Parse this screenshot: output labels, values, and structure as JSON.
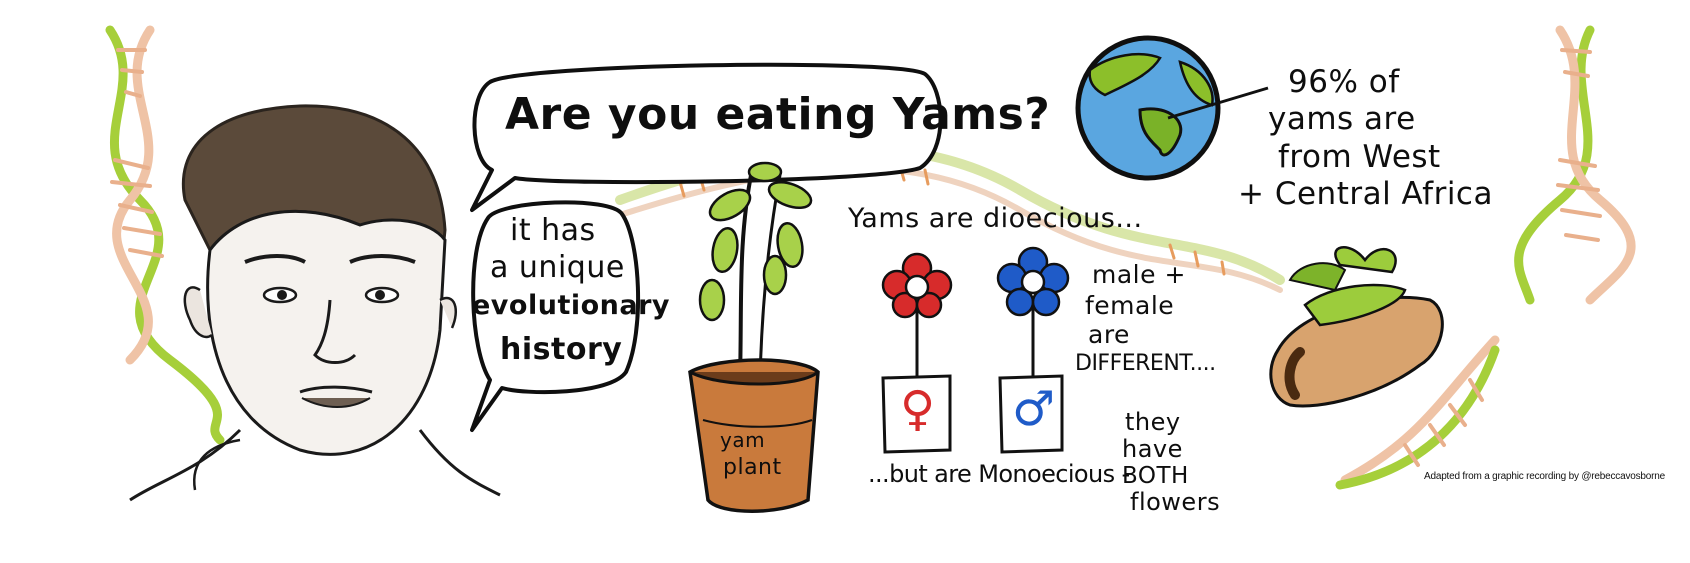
{
  "bubbles": {
    "question": "Are you eating Yams?",
    "history_lines": [
      "it has",
      "a unique",
      "evolutionary",
      "history"
    ]
  },
  "plant": {
    "pot_label_lines": [
      "yam",
      "plant"
    ]
  },
  "dioecious": {
    "title": "Yams are dioecious...",
    "difference_lines": [
      "male +",
      "female",
      "are",
      "DIFFERENT...."
    ],
    "monoecious": "...but are Monoecious -",
    "both_lines": [
      "they",
      "have",
      "BOTH",
      "flowers"
    ],
    "female_symbol": "♀",
    "male_symbol": "♂"
  },
  "origin": {
    "lines": [
      "96% of",
      "yams are",
      "from West",
      "+ Central Africa"
    ]
  },
  "credit": "Adapted from a graphic recording by @rebeccavosborne",
  "colors": {
    "ink": "#111111",
    "leaf_green": "#8cbf2a",
    "dna_orange": "#e9b08c",
    "ocean_blue": "#3d8ad8",
    "female_red": "#d72b2b",
    "male_blue": "#1f5bc8",
    "pot_brown": "#c97a3c"
  }
}
